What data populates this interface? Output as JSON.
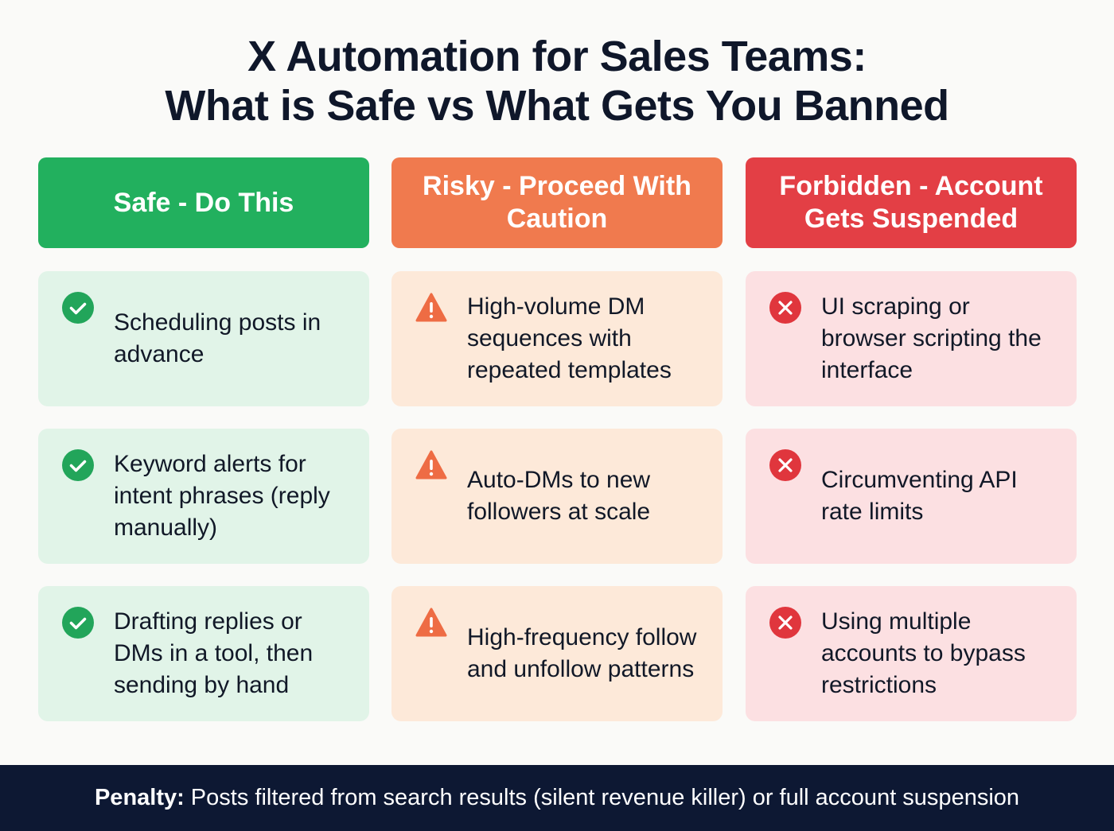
{
  "title": {
    "line1": "X Automation for Sales Teams:",
    "line2": "What is Safe vs What Gets You Banned"
  },
  "columns": [
    {
      "header": "Safe - Do This",
      "color": "#22b05e",
      "card_color": "#e1f4e8",
      "icon": "check-circle-icon",
      "items": [
        "Scheduling posts in advance",
        "Keyword alerts for intent phrases (reply manually)",
        "Drafting replies or DMs in a tool, then sending by hand"
      ]
    },
    {
      "header": "Risky - Proceed With Caution",
      "color": "#f07a4e",
      "card_color": "#fde9d9",
      "icon": "warning-triangle-icon",
      "items": [
        "High-volume DM sequences with repeated templates",
        "Auto-DMs to new followers at scale",
        "High-frequency follow and unfollow patterns"
      ]
    },
    {
      "header": "Forbidden - Account Gets Suspended",
      "color": "#e33f45",
      "card_color": "#fce0e2",
      "icon": "x-circle-icon",
      "items": [
        "UI scraping or browser scripting the interface",
        "Circumventing API rate limits",
        "Using multiple accounts to bypass restrictions"
      ]
    }
  ],
  "footer": {
    "label": "Penalty:",
    "text": "Posts filtered from search results (silent revenue killer) or full account suspension",
    "background": "#0d1833"
  }
}
